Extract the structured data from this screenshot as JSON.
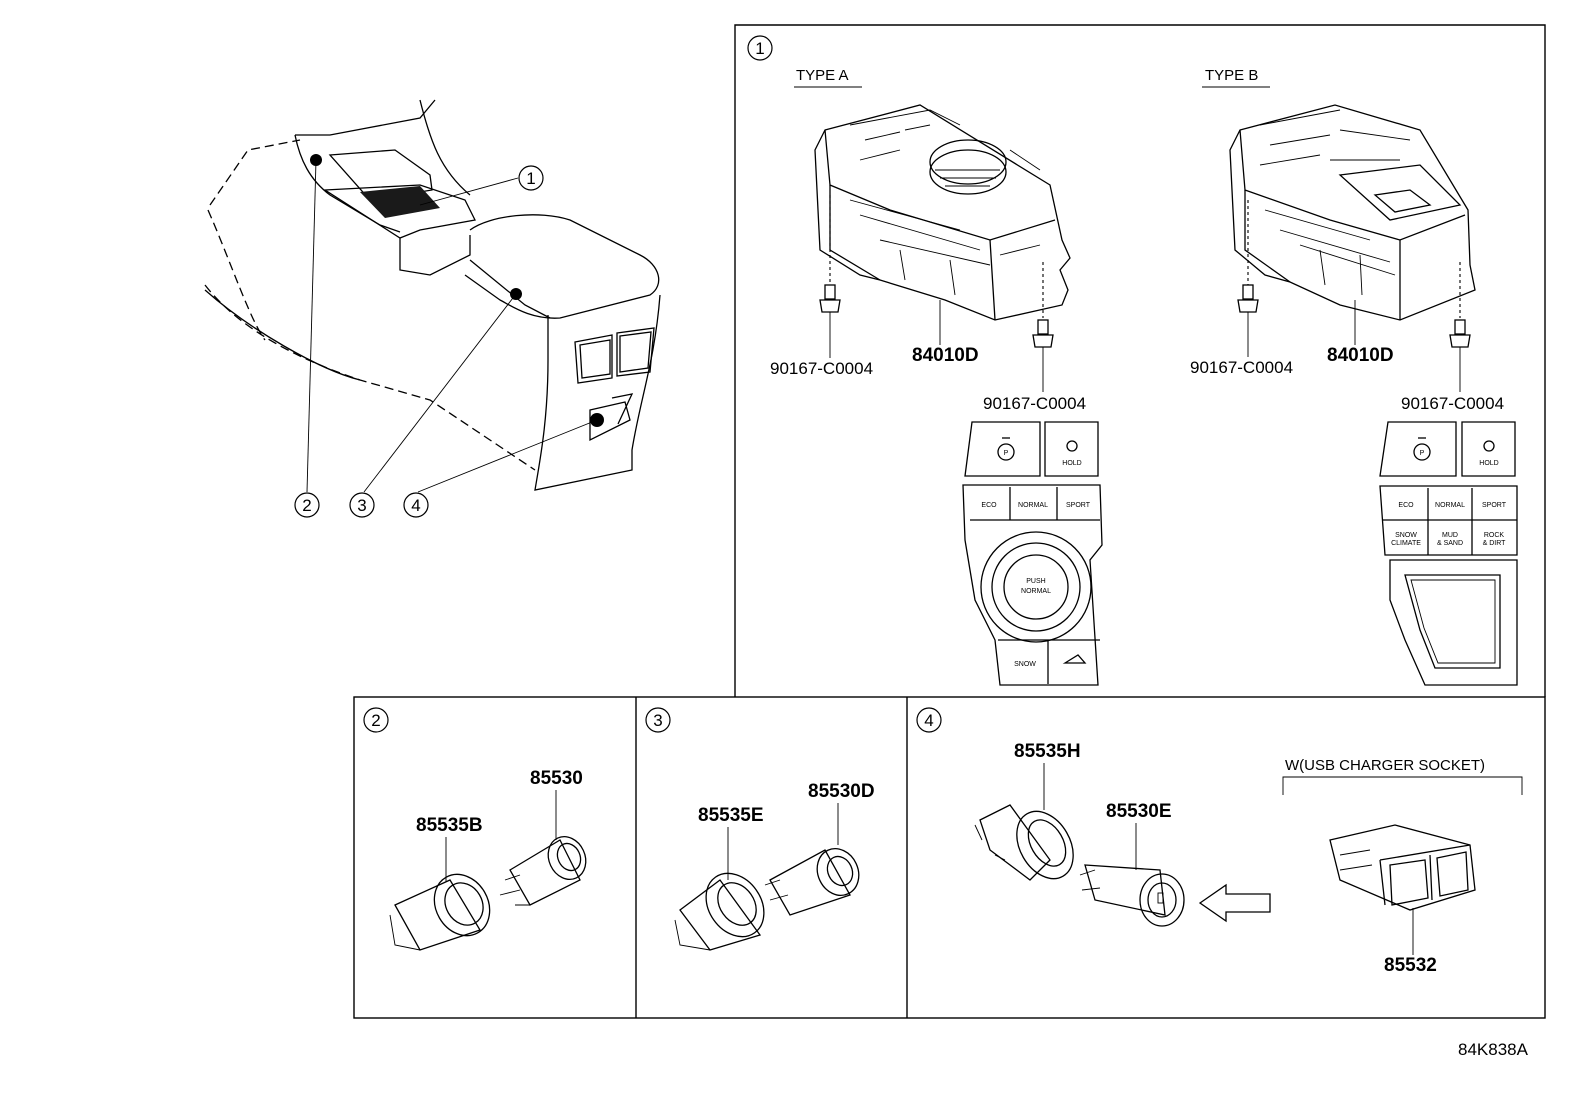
{
  "callouts": {
    "c1": "1",
    "c2": "2",
    "c3": "3",
    "c4": "4"
  },
  "panel1": {
    "index": "1",
    "type_a": {
      "heading": "TYPE A",
      "bolt_left": "90167-C0004",
      "assembly": "84010D",
      "bolt_right": "90167-C0004",
      "switch_labels": {
        "p": "P",
        "hold": "HOLD",
        "eco": "ECO",
        "normal": "NORMAL",
        "sport": "SPORT",
        "push": "PUSH",
        "push_normal": "NORMAL",
        "snow": "SNOW"
      }
    },
    "type_b": {
      "heading": "TYPE B",
      "bolt_left": "90167-C0004",
      "assembly": "84010D",
      "bolt_right": "90167-C0004",
      "switch_labels": {
        "p": "P",
        "hold": "HOLD",
        "eco": "ECO",
        "normal": "NORMAL",
        "sport": "SPORT",
        "snow": "SNOW",
        "snow_sub": "CLIMATE",
        "mud": "MUD",
        "mud_sub": "& SAND",
        "rock": "ROCK",
        "rock_sub": "& DIRT"
      }
    }
  },
  "panel2": {
    "index": "2",
    "part_a": "85530",
    "part_b": "85535B"
  },
  "panel3": {
    "index": "3",
    "part_a": "85535E",
    "part_b": "85530D"
  },
  "panel4": {
    "index": "4",
    "part_a": "85535H",
    "part_b": "85530E",
    "usb_heading": "W(USB CHARGER SOCKET)",
    "usb_part": "85532"
  },
  "diagram_code": "84K838A"
}
